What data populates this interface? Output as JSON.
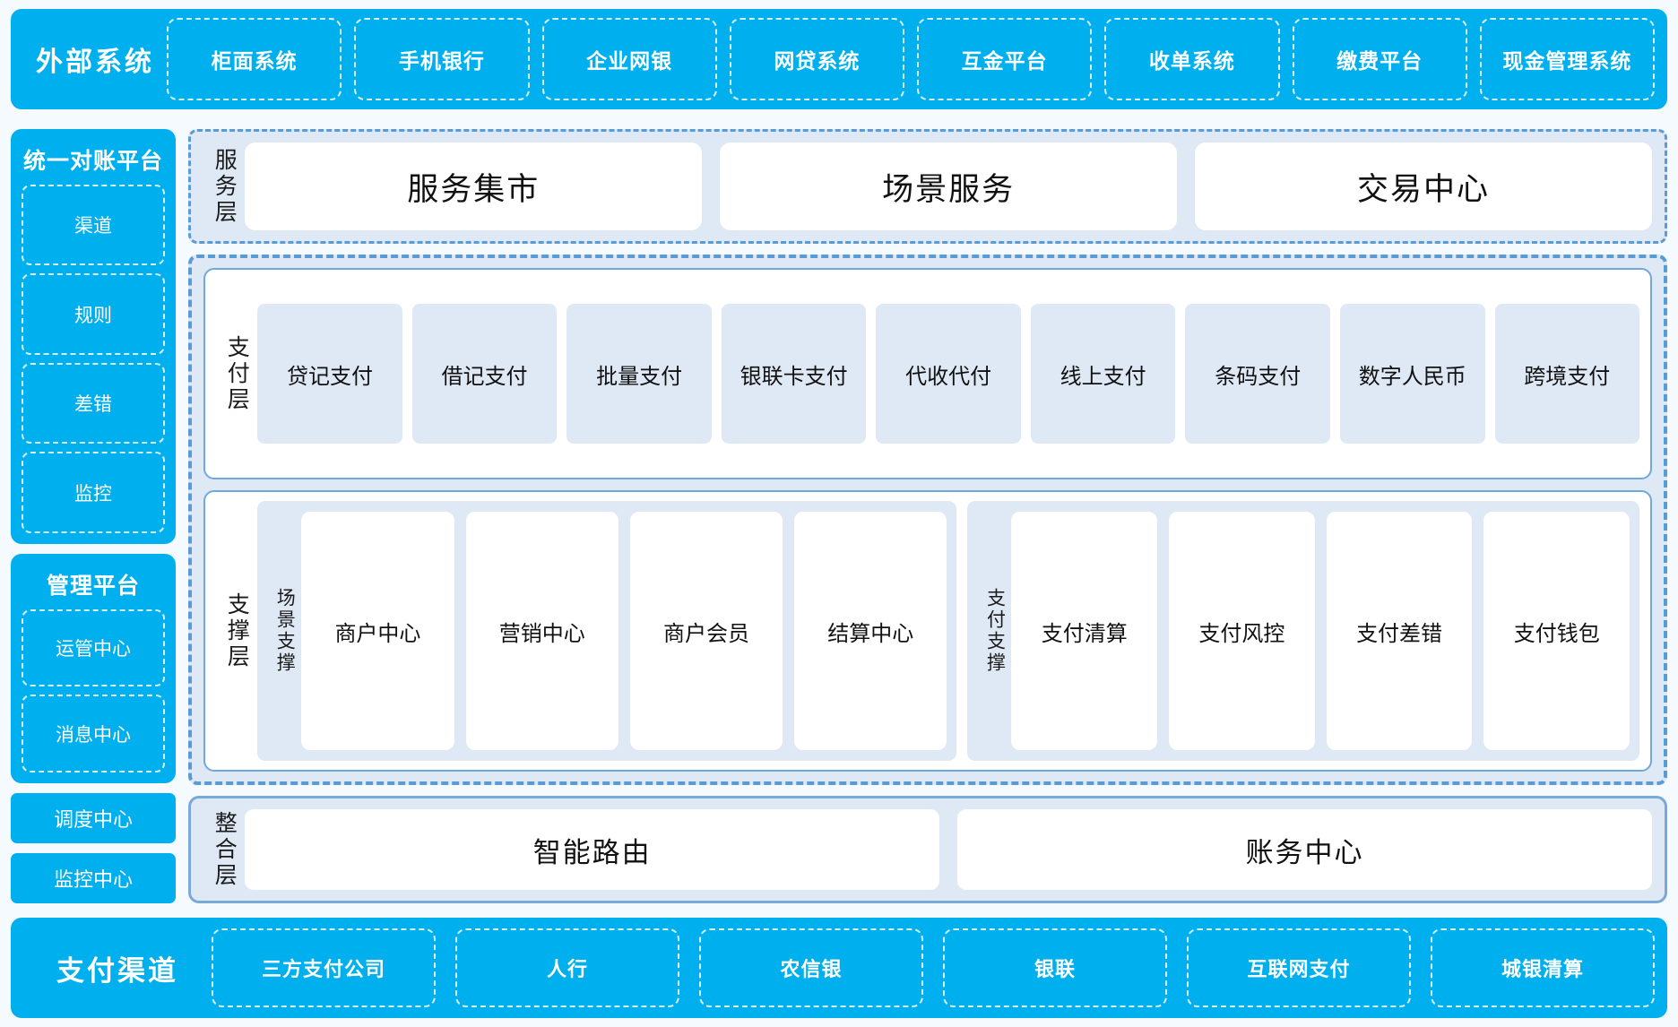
{
  "colors": {
    "cyan": "#00b0ee",
    "panel_blue": "#dfe8f5",
    "dash_blue": "#5b9bd5",
    "page_bg": "#f4fafd"
  },
  "external_systems": {
    "title": "外部系统",
    "items": [
      "柜面系统",
      "手机银行",
      "企业网银",
      "网贷系统",
      "互金平台",
      "收单系统",
      "缴费平台",
      "现金管理系统"
    ]
  },
  "rail": {
    "reconciliation": {
      "title": "统一对账平台",
      "items": [
        "渠道",
        "规则",
        "差错",
        "监控"
      ]
    },
    "management": {
      "title": "管理平台",
      "items": [
        "运管中心",
        "消息中心"
      ]
    },
    "standalone": [
      "调度中心",
      "监控中心"
    ]
  },
  "service_layer": {
    "label": "服务层",
    "cards": [
      "服务集市",
      "场景服务",
      "交易中心"
    ]
  },
  "payment_layer": {
    "label": "支付层",
    "items": [
      "贷记支付",
      "借记支付",
      "批量支付",
      "银联卡支付",
      "代收代付",
      "线上支付",
      "条码支付",
      "数字人民币",
      "跨境支付"
    ]
  },
  "support_layer": {
    "label": "支撑层",
    "groups": [
      {
        "label": "场景支撑",
        "cards": [
          "商户中心",
          "营销中心",
          "商户会员",
          "结算中心"
        ]
      },
      {
        "label": "支付支撑",
        "cards": [
          "支付清算",
          "支付风控",
          "支付差错",
          "支付钱包"
        ]
      }
    ]
  },
  "integration_layer": {
    "label": "整合层",
    "cards": [
      "智能路由",
      "账务中心"
    ]
  },
  "payment_channels": {
    "title": "支付渠道",
    "items": [
      "三方支付公司",
      "人行",
      "农信银",
      "银联",
      "互联网支付",
      "城银清算"
    ]
  }
}
